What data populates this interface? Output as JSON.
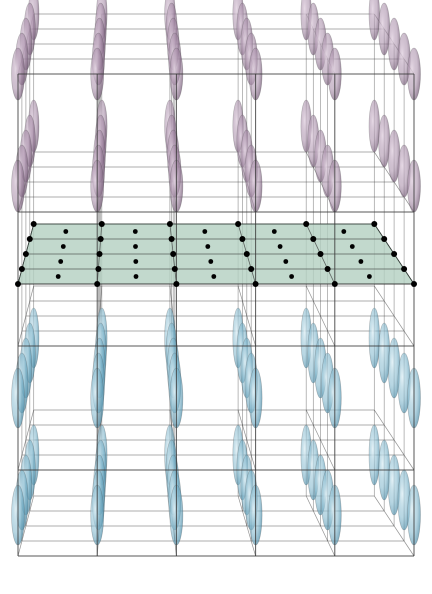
{
  "figure": {
    "kind": "3d-lattice",
    "grid_columns": 5,
    "grid_depth": 4,
    "upper_block": {
      "layers": 2,
      "particle": "ellipsoid",
      "particle_color": "#8f7690"
    },
    "lower_block": {
      "layers": 2,
      "particle": "ellipsoid",
      "particle_color": "#6aa8c2"
    },
    "interface_plane": {
      "color": "#b3d0c0",
      "node_markers": true,
      "node_color": "#000000"
    },
    "edge_color": "#3a3a3a"
  }
}
